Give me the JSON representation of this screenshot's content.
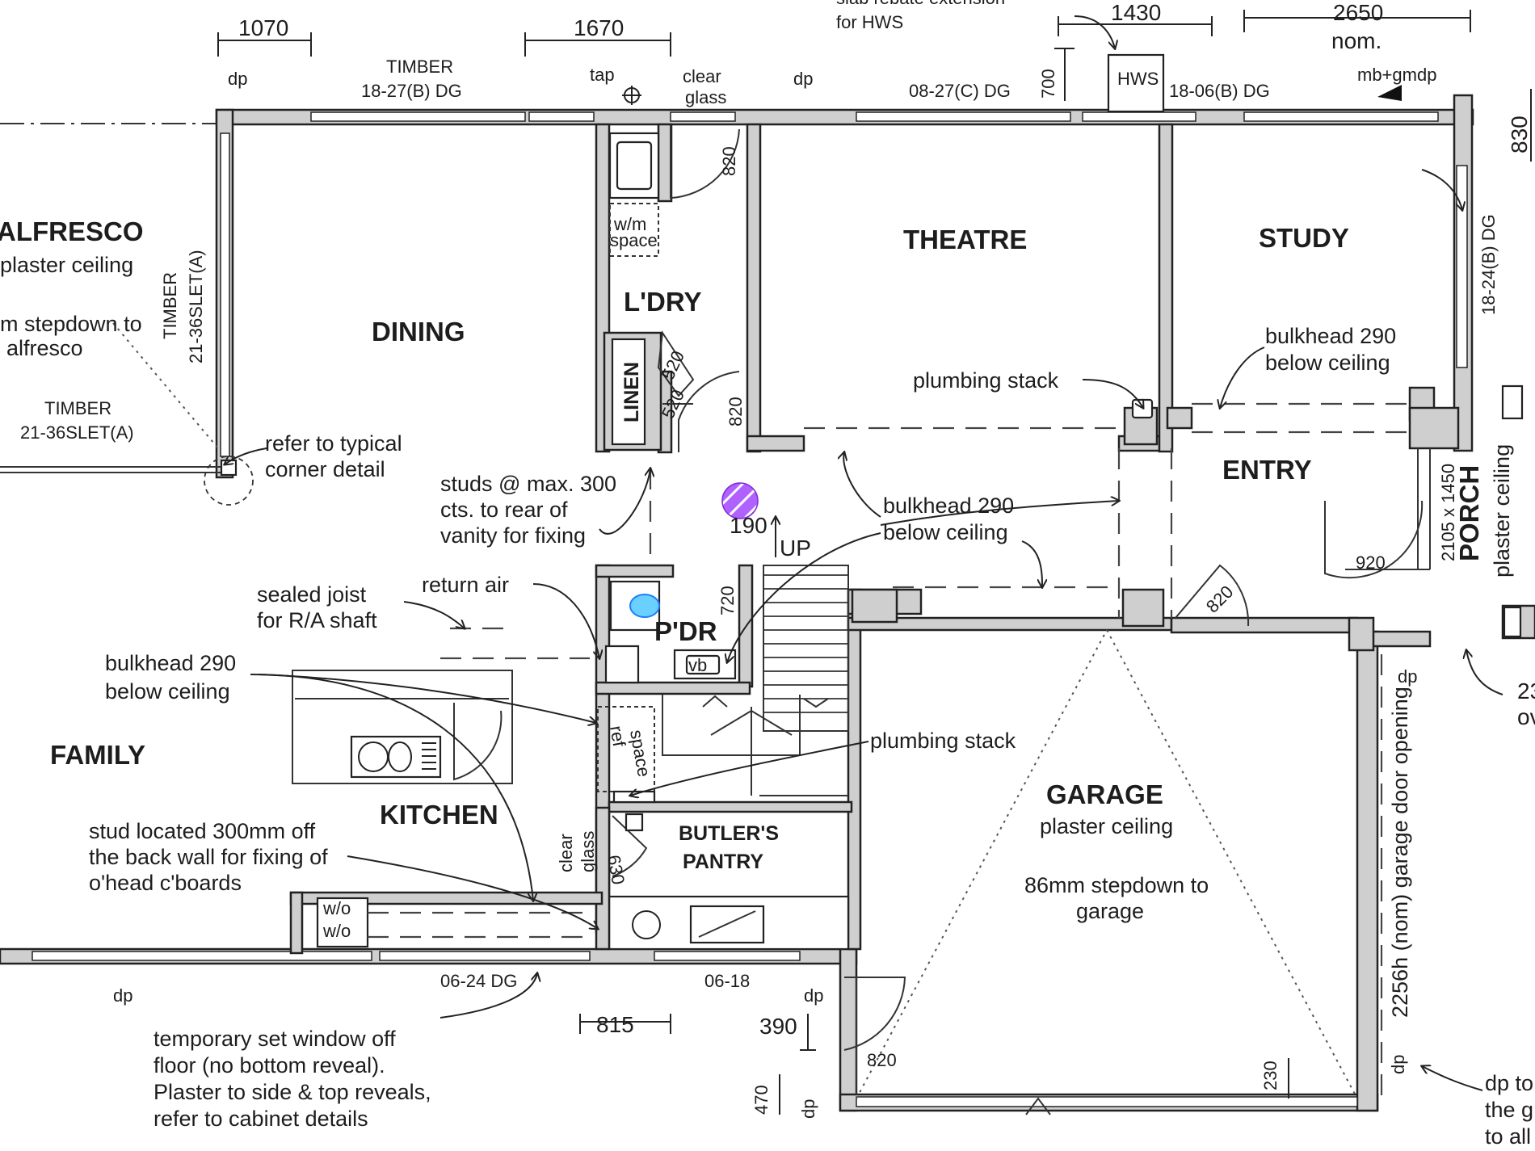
{
  "rooms": {
    "alfresco": "ALFRESCO",
    "alfresco_ceiling": "plaster ceiling",
    "dining": "DINING",
    "family": "FAMILY",
    "kitchen": "KITCHEN",
    "laundry": "L'DRY",
    "linen": "LINEN",
    "theatre": "THEATRE",
    "study": "STUDY",
    "entry": "ENTRY",
    "porch": "PORCH",
    "porch_ceiling": "plaster ceiling",
    "powder": "P'DR",
    "butlers_pantry_1": "BUTLER'S",
    "butlers_pantry_2": "PANTRY",
    "garage": "GARAGE",
    "garage_ceiling": "plaster ceiling"
  },
  "dimensions": {
    "d1070": "1070",
    "d1670": "1670",
    "d1430": "1430",
    "d2650": "2650",
    "d2650_nom": "nom.",
    "d830": "830",
    "d700": "700",
    "d820_ldry": "820",
    "d820_hall": "820",
    "d520_a": "520",
    "d520_b": "520",
    "d190": "190",
    "d720": "720",
    "d920": "920",
    "d820_entry": "820",
    "d2105": "2105 x 1450",
    "d815": "815",
    "d390": "390",
    "d470": "470",
    "d820_garage": "820",
    "d230": "230",
    "d630": "630",
    "d23": "23"
  },
  "windows": {
    "w_dining_top_1": "TIMBER",
    "w_dining_top_2": "18-27(B) DG",
    "w_theatre": "08-27(C) DG",
    "w_study": "18-06(B) DG",
    "w_study_side": "18-24(B) DG",
    "w_timber_vert_1": "TIMBER",
    "w_timber_vert_2": "21-36SLET(A)",
    "w_alf_timber_1": "TIMBER",
    "w_alf_timber_2": "21-36SLET(A)",
    "w_kitchen": "06-24 DG",
    "w_pantry": "06-18",
    "clear_glass_1": "clear",
    "clear_glass_2": "glass",
    "clear_glass_3": "clear",
    "clear_glass_4": "glass"
  },
  "labels": {
    "dp": "dp",
    "tap": "tap",
    "hws": "HWS",
    "mbgmdp": "mb+gmdp",
    "slab_1": "slab rebate extension",
    "slab_2": "for HWS",
    "wm_1": "w/m",
    "wm_2": "space",
    "wo_1": "w/o",
    "wo_2": "w/o",
    "ref_1": "ref",
    "ref_2": "space",
    "vb": "vb",
    "up": "UP",
    "stepdown_alf_1": "m stepdown to",
    "stepdown_alf_2": "alfresco",
    "corner_1": "refer to typical",
    "corner_2": "corner detail",
    "plumbing_stack_1": "plumbing stack",
    "plumbing_stack_2": "plumbing stack",
    "bulkhead_study_1": "bulkhead 290",
    "bulkhead_study_2": "below ceiling",
    "bulkhead_hall_1": "bulkhead 290",
    "bulkhead_hall_2": "below ceiling",
    "bulkhead_family_1": "bulkhead 290",
    "bulkhead_family_2": "below ceiling",
    "studs_1": "studs @ max. 300",
    "studs_2": "cts. to rear of",
    "studs_3": "vanity for fixing",
    "return_air": "return air",
    "sealed_1": "sealed joist",
    "sealed_2": "for R/A shaft",
    "stud_loc_1": "stud located 300mm off",
    "stud_loc_2": "the back wall for fixing of",
    "stud_loc_3": "o'head c'boards",
    "garage_step_1": "86mm stepdown to",
    "garage_step_2": "garage",
    "garage_door": "2256h (nom) garage door opening",
    "temp_1": "temporary set window off",
    "temp_2": "floor (no bottom reveal).",
    "temp_3": "Plaster to side & top reveals,",
    "temp_4": "refer to cabinet details",
    "right_note_1": "dp to",
    "right_note_2": "the g",
    "right_note_3": "to all",
    "ov": "ov"
  }
}
